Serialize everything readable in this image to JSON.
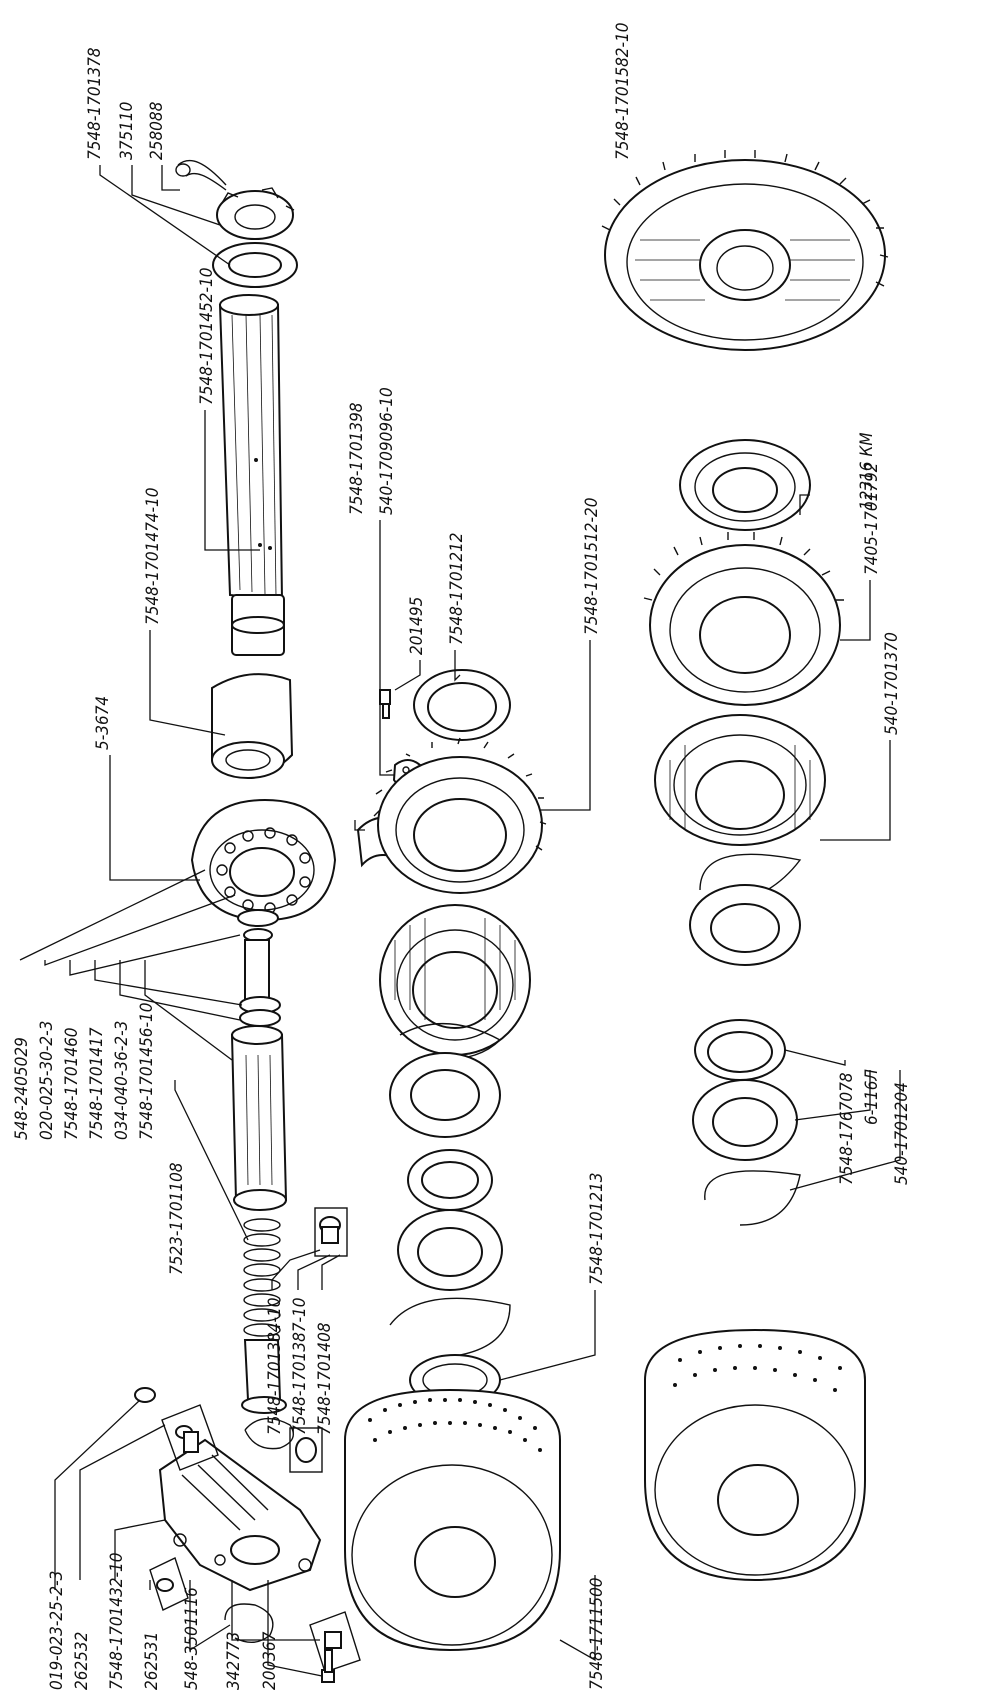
{
  "labels": {
    "l_7548_1701378": "7548-1701378",
    "l_375110": "375110",
    "l_258088": "258088",
    "l_7548_1701452_10": "7548-1701452-10",
    "l_7548_1701474_10": "7548-1701474-10",
    "l_5_3674": "5-3674",
    "l_7548_1701398": "7548-1701398",
    "l_540_1709096_10": "540-1709096-10",
    "l_201495": "201495",
    "l_7548_1701212": "7548-1701212",
    "l_7548_1701512_20": "7548-1701512-20",
    "l_7548_1701582_10": "7548-1701582-10",
    "l_12316_km": "12316 КМ",
    "l_7405_1701792": "7405-1701792",
    "l_540_1701370": "540-1701370",
    "l_548_2405029": "548-2405029",
    "l_020_025_30_2_3": "020-025-30-2-3",
    "l_7548_1701460": "7548-1701460",
    "l_7548_1701417": "7548-1701417",
    "l_034_040_36_2_3": "034-040-36-2-3",
    "l_7548_1701456_10": "7548-1701456-10",
    "l_7523_1701108": "7523-1701108",
    "l_7548_1701384_10": "7548-1701384-10",
    "l_7548_1701387_10": "7548-1701387-10",
    "l_7548_1701408": "7548-1701408",
    "l_7548_1701213": "7548-1701213",
    "l_7548_1767078": "7548-1767078",
    "l_6_116l": "6-116Л",
    "l_540_1701204": "540-1701204",
    "l_019_023_25_2_3": "019-023-25-2-3",
    "l_262532": "262532",
    "l_7548_1701432_10": "7548-1701432-10",
    "l_262531": "262531",
    "l_548_3501116": "548-3501116",
    "l_342773": "342773",
    "l_200367": "200367",
    "l_7548_1711500": "7548-1711500"
  }
}
